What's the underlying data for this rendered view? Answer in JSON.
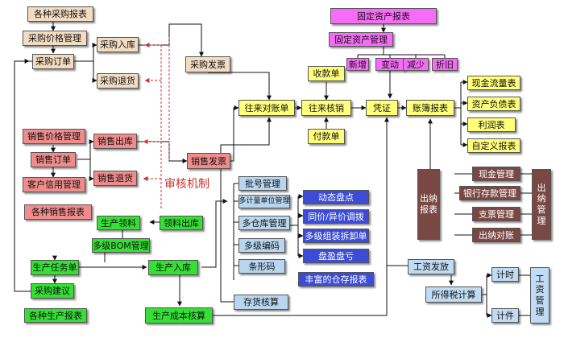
{
  "diagram": {
    "purchase": {
      "reports": "各种采购报表",
      "price_mgmt": "采购价格管理",
      "order": "采购订单",
      "inbound": "采购入库",
      "return": "采购退货",
      "invoice": "采购发票"
    },
    "sales": {
      "price_mgmt": "销售价格管理",
      "order": "销售订单",
      "credit_mgmt": "客户信用管理",
      "reports": "各种销售报表",
      "outbound": "销售出库",
      "return": "销售退货",
      "invoice": "销售发票"
    },
    "audit_label": "审核机制",
    "production": {
      "material_out_left": "生产领料",
      "material_out_right": "领料出库",
      "bom": "多级BOM管理",
      "task_order": "生产任务单",
      "inbound": "生产入库",
      "suggestion": "采购建议",
      "reports": "各种生产报表",
      "cost": "生产成本核算"
    },
    "inventory": {
      "batch": "批号管理",
      "multi_unit": "多计量单位管理",
      "multi_warehouse": "多仓库管理",
      "multi_code": "多级编码",
      "barcode": "条形码",
      "valuation": "存货核算",
      "dynamic_count": "动态盘点",
      "transfer": "同价/异价调拨",
      "assembly": "多级组装拆卸单",
      "surplus": "盘盈盘亏",
      "reports": "丰富的仓存报表"
    },
    "finance": {
      "ar_ap": "往来对账单",
      "writeoff": "往来核销",
      "receipt": "收款单",
      "payment": "付款单",
      "voucher": "凭证",
      "ledger": "账簿报表"
    },
    "fixed_assets": {
      "reports": "固定资产报表",
      "mgmt": "固定资产管理",
      "add": "新增",
      "change": "变动",
      "reduce": "减少",
      "depreciation": "折旧"
    },
    "statements": {
      "cash_flow": "现金流量表",
      "balance_sheet": "资产负债表",
      "income": "利润表",
      "custom": "自定义报表"
    },
    "cashier": {
      "reports": "出纳报表",
      "mgmt": "出纳管理",
      "cash": "现金管理",
      "bank": "银行存款管理",
      "cheque": "支票管理",
      "reconcile": "出纳对账"
    },
    "payroll": {
      "issue": "工资发放",
      "tax": "所得税计算",
      "timing": "计时",
      "piece": "计件",
      "mgmt": "工资管理"
    }
  }
}
